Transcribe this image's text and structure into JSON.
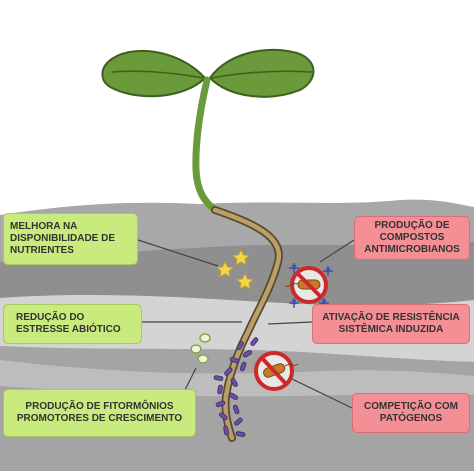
{
  "labels": {
    "nutrients": {
      "line1": "MELHORA NA",
      "line2": "DISPONIBILIDADE DE",
      "line3": "NUTRIENTES"
    },
    "abiotic": {
      "line1": "REDUÇÃO DO",
      "line2": "ESTRESSE ABIÓTICO"
    },
    "phytohormones": {
      "line1": "PRODUÇÃO DE FITORMÔNIOS",
      "line2": "PROMOTORES DE CRESCIMENTO"
    },
    "antimicrobial": {
      "line1": "PRODUÇÃO DE",
      "line2": "COMPOSTOS",
      "line3": "ANTIMICROBIANOS"
    },
    "resistance": {
      "line1": "ATIVAÇÃO DE RESISTÊNCIA",
      "line2": "SISTÊMICA INDUZIDA"
    },
    "competition": {
      "line1": "COMPETIÇÃO COM",
      "line2": "PATÓGENOS"
    }
  },
  "colors": {
    "benefit_box": "#c9ea7c",
    "defense_box": "#f48f96",
    "leaf": "#6a9a3a",
    "stem": "#b9a06a",
    "soil_dark": "#8c8c8c",
    "soil_light": "#dcdcdc",
    "no_sign": "#cc2a2a"
  },
  "icons": {
    "stars": "star-icon",
    "prohibited": "no-entry-icon",
    "bacteria": "bacteria-icon"
  }
}
